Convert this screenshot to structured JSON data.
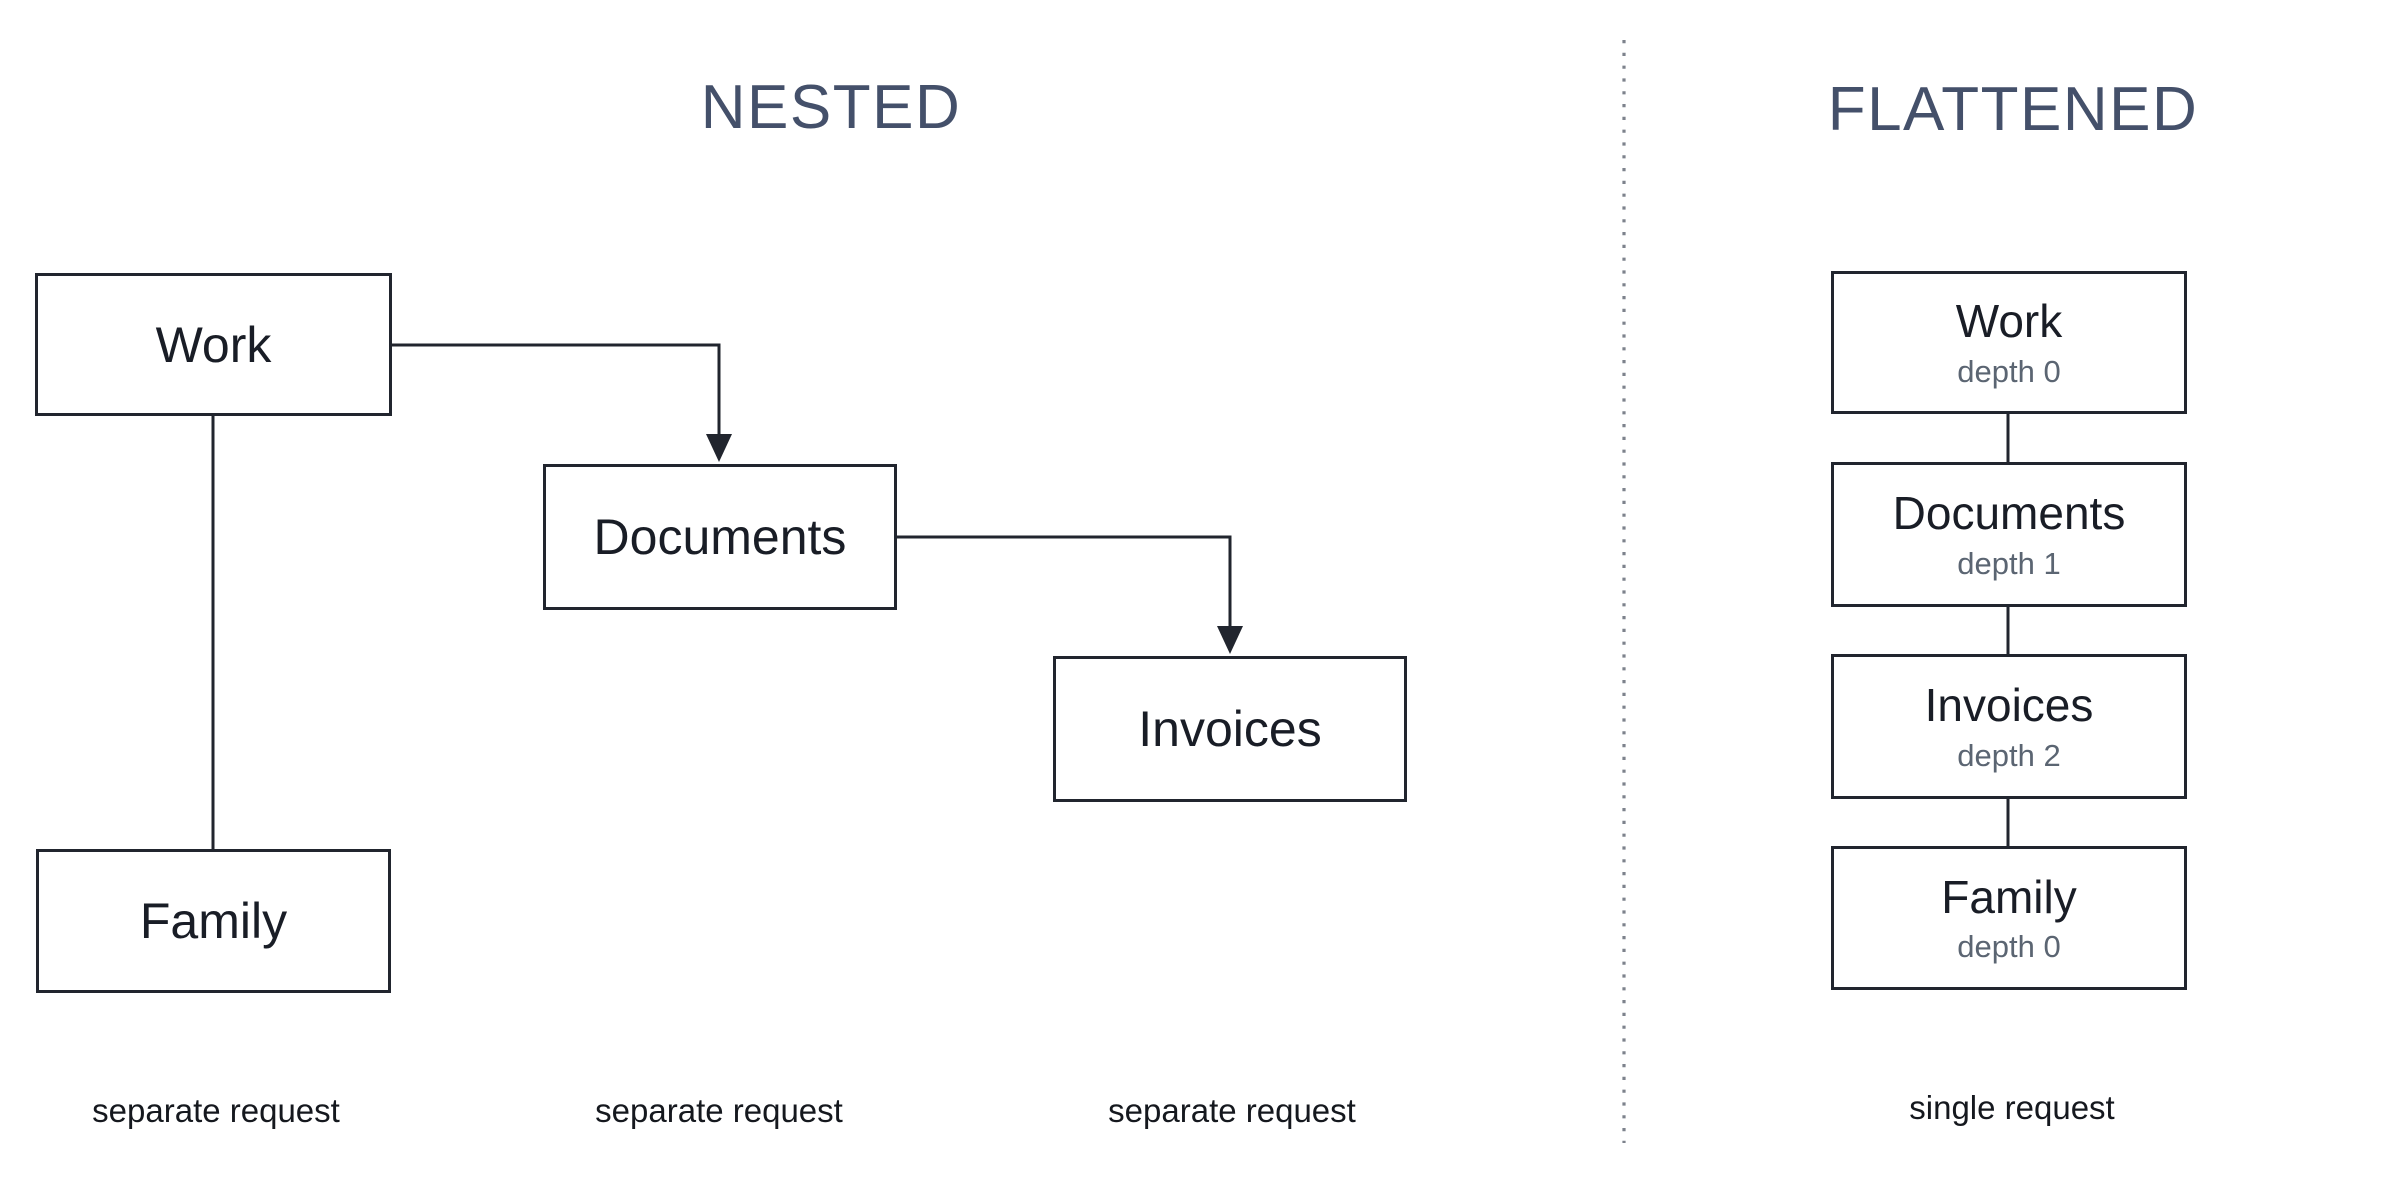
{
  "colors": {
    "background": "#ffffff",
    "title": "#44506a",
    "box_border": "#21252e",
    "box_label": "#191d26",
    "depth_label": "#5b6572",
    "caption": "#15181e",
    "divider_dots": "#7d828c",
    "connector": "#21252e"
  },
  "nested": {
    "title": "NESTED",
    "boxes": [
      {
        "label": "Work"
      },
      {
        "label": "Documents"
      },
      {
        "label": "Invoices"
      },
      {
        "label": "Family"
      }
    ],
    "captions": [
      "separate request",
      "separate request",
      "separate request"
    ]
  },
  "flattened": {
    "title": "FLATTENED",
    "boxes": [
      {
        "label": "Work",
        "depth": "depth 0"
      },
      {
        "label": "Documents",
        "depth": "depth 1"
      },
      {
        "label": "Invoices",
        "depth": "depth 2"
      },
      {
        "label": "Family",
        "depth": "depth 0"
      }
    ],
    "caption": "single request"
  }
}
